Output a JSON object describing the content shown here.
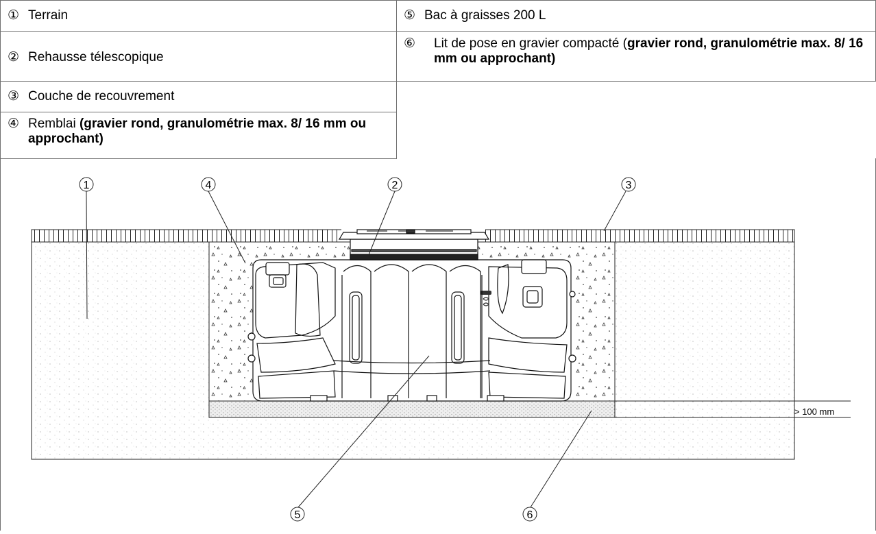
{
  "legend": {
    "items": [
      {
        "num": "①",
        "text": "Terrain",
        "bold": ""
      },
      {
        "num": "②",
        "text": "Rehausse télescopique",
        "bold": ""
      },
      {
        "num": "③",
        "text": "Couche de recouvrement",
        "bold": ""
      },
      {
        "num": "④",
        "text": "Remblai ",
        "bold": "(gravier rond, granulométrie max. 8/ 16 mm ou approchant)"
      },
      {
        "num": "⑤",
        "text": "Bac à graisses 200 L",
        "bold": ""
      },
      {
        "num": "⑥",
        "text": "Lit de pose en gravier compacté (",
        "bold": "gravier rond, granulométrie max. 8/ 16 mm ou approchant)"
      }
    ]
  },
  "diagram": {
    "callouts": [
      "1",
      "2",
      "3",
      "4",
      "5",
      "6"
    ],
    "dimension": "> 100 mm"
  }
}
